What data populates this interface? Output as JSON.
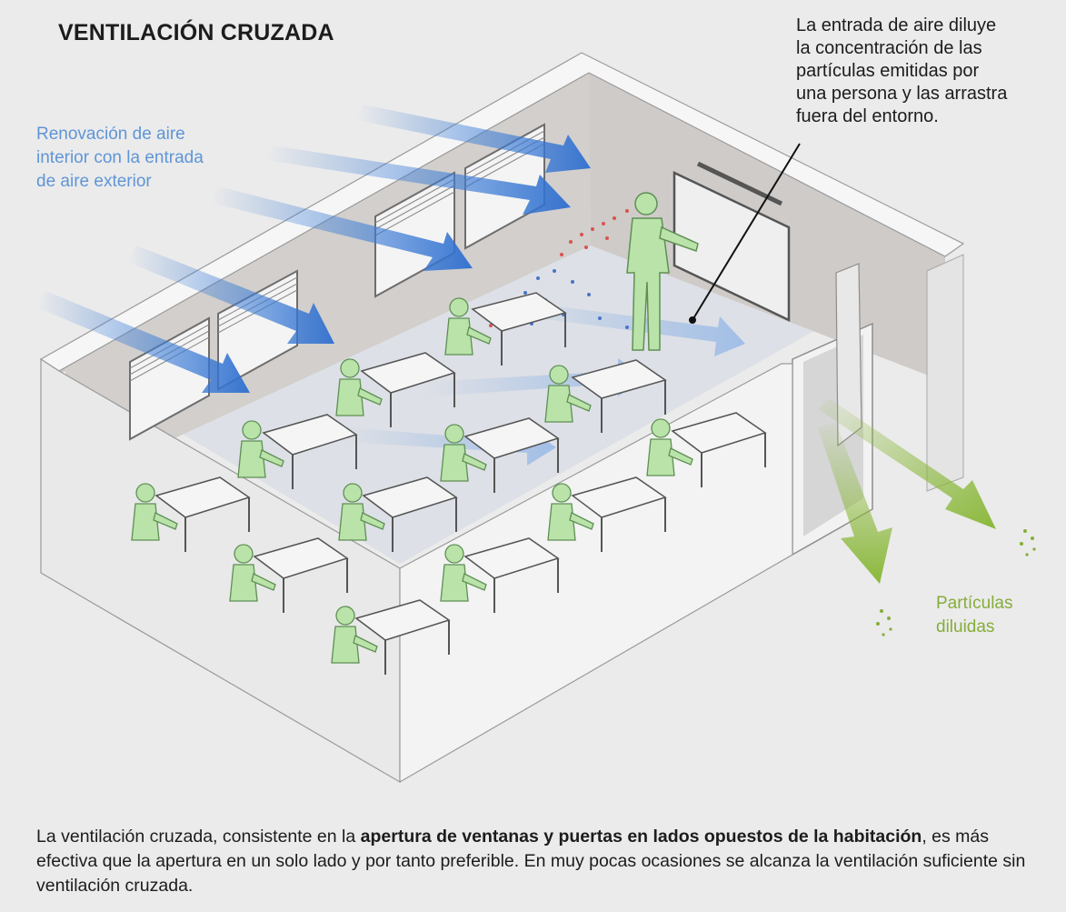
{
  "title": "VENTILACIÓN CRUZADA",
  "callout_lines": [
    "La entrada de aire diluye",
    "la concentración de las",
    "partículas emitidas por",
    "una persona y las arrastra",
    "fuera del entorno."
  ],
  "inflow_label_lines": [
    "Renovación de aire",
    "interior con la entrada",
    "de aire exterior"
  ],
  "outflow_label_lines": [
    "Partículas",
    "diluidas"
  ],
  "caption": {
    "part1": "La ventilación cruzada, consistente en la ",
    "bold": "apertura de ventanas y puertas en lados opuestos de la habitación",
    "part2": ", es más efectiva que la apertura en un solo lado y por tanto preferible. En muy pocas ocasiones se alcanza la ventilación suficiente sin ventilación cruzada."
  },
  "colors": {
    "inflow_arrow": "#3f7fd8",
    "outflow_arrow": "#8ab83a",
    "person": "#b9e3a8",
    "particles_red": "#d9534f",
    "particles_blue": "#4a73c9"
  }
}
